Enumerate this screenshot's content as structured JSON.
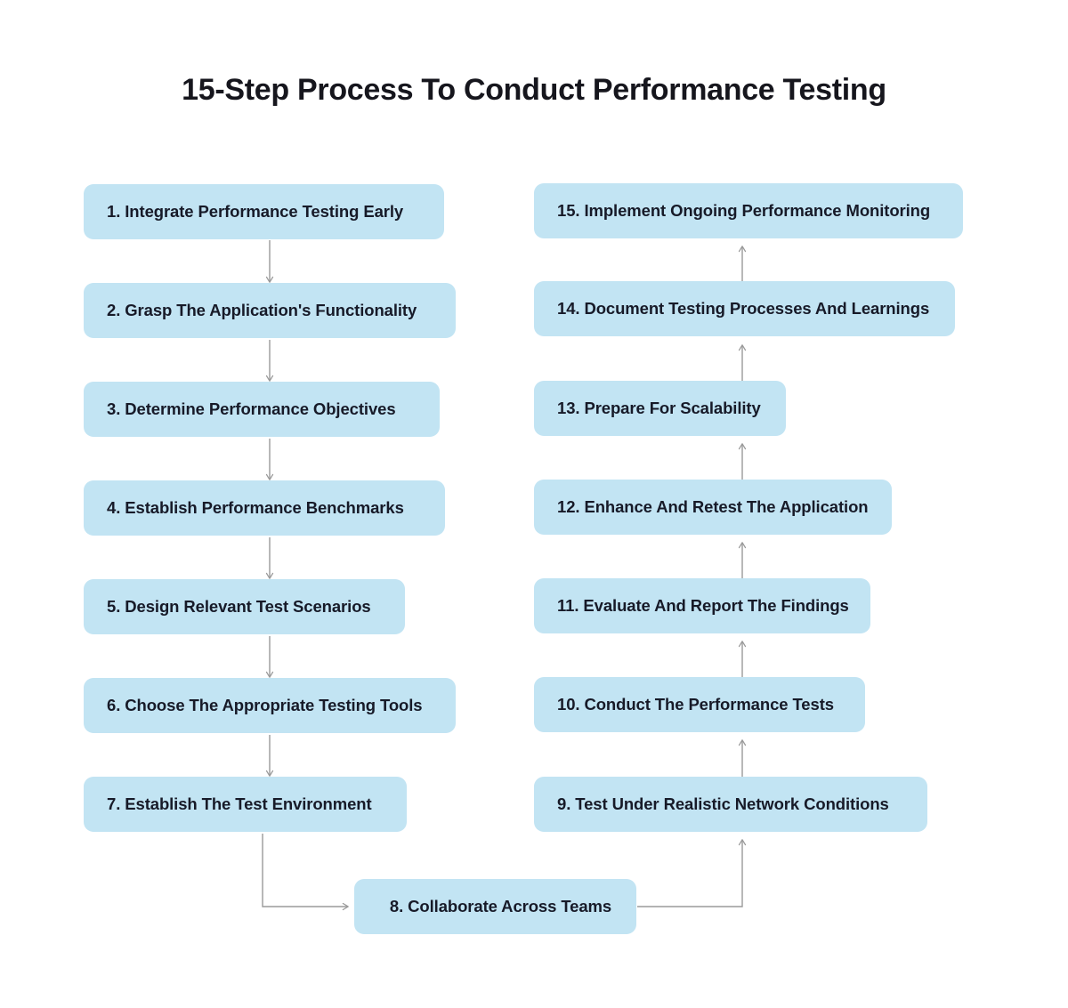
{
  "page": {
    "title": "15-Step Process To Conduct Performance Testing",
    "background_color": "#ffffff",
    "node_fill_color": "#c2e4f3",
    "text_color": "#171a28",
    "connector_color": "#9a9a9a"
  },
  "flowchart": {
    "type": "flowchart",
    "orientation": "two-column serpentine, left column top-to-bottom, right column bottom-to-top",
    "left_column": [
      {
        "index": "1",
        "number_label": "1.",
        "label": "1. Integrate Performance Testing Early",
        "text": "Integrate Performance Testing Early"
      },
      {
        "index": "2",
        "number_label": "2.",
        "label": "2. Grasp The Application's Functionality",
        "text": "Grasp The Application's Functionality"
      },
      {
        "index": "3",
        "number_label": "3.",
        "label": "3.  Determine Performance Objectives",
        "text": "Determine Performance Objectives"
      },
      {
        "index": "4",
        "number_label": "4.",
        "label": "4.  Establish Performance Benchmarks",
        "text": "Establish Performance Benchmarks"
      },
      {
        "index": "5",
        "number_label": "5.",
        "label": "5. Design Relevant Test Scenarios",
        "text": "Design Relevant Test Scenarios"
      },
      {
        "index": "6",
        "number_label": "6.",
        "label": "6. Choose The Appropriate Testing Tools",
        "text": "Choose The Appropriate Testing Tools"
      },
      {
        "index": "7",
        "number_label": "7.",
        "label": "7. Establish The Test Environment",
        "text": "Establish The Test Environment"
      }
    ],
    "bridge": [
      {
        "index": "8",
        "number_label": "8.",
        "label": "8. Collaborate Across Teams",
        "text": "Collaborate Across Teams"
      }
    ],
    "right_column": [
      {
        "index": "15",
        "number_label": "15.",
        "label": "15.  Implement Ongoing Performance Monitoring",
        "text": "Implement Ongoing Performance Monitoring"
      },
      {
        "index": "14",
        "number_label": "14.",
        "label": "14.  Document Testing Processes And Learnings",
        "text": "Document Testing Processes And Learnings"
      },
      {
        "index": "13",
        "number_label": "13.",
        "label": "13. Prepare For Scalability",
        "text": "Prepare For Scalability"
      },
      {
        "index": "12",
        "number_label": "12.",
        "label": "12. Enhance And Retest The Application",
        "text": "Enhance And Retest The Application"
      },
      {
        "index": "11",
        "number_label": "11.",
        "label": "11. Evaluate And Report The Findings",
        "text": "Evaluate And Report The Findings"
      },
      {
        "index": "10",
        "number_label": "10.",
        "label": "10. Conduct The Performance Tests",
        "text": "Conduct The Performance Tests"
      },
      {
        "index": "9",
        "number_label": "9.",
        "label": "9. Test Under Realistic Network Conditions",
        "text": "Test Under Realistic Network Conditions"
      }
    ],
    "edges": [
      {
        "from": "1",
        "to": "2",
        "direction": "down"
      },
      {
        "from": "2",
        "to": "3",
        "direction": "down"
      },
      {
        "from": "3",
        "to": "4",
        "direction": "down"
      },
      {
        "from": "4",
        "to": "5",
        "direction": "down"
      },
      {
        "from": "5",
        "to": "6",
        "direction": "down"
      },
      {
        "from": "6",
        "to": "7",
        "direction": "down"
      },
      {
        "from": "7",
        "to": "8",
        "direction": "down-then-right"
      },
      {
        "from": "8",
        "to": "9",
        "direction": "right-then-up"
      },
      {
        "from": "9",
        "to": "10",
        "direction": "up"
      },
      {
        "from": "10",
        "to": "11",
        "direction": "up"
      },
      {
        "from": "11",
        "to": "12",
        "direction": "up"
      },
      {
        "from": "12",
        "to": "13",
        "direction": "up"
      },
      {
        "from": "13",
        "to": "14",
        "direction": "up"
      },
      {
        "from": "14",
        "to": "15",
        "direction": "up"
      }
    ]
  }
}
